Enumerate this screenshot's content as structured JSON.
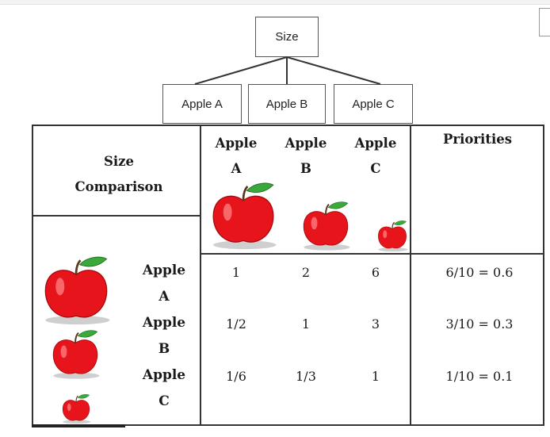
{
  "hierarchy": {
    "root": "Size",
    "children": [
      "Apple A",
      "Apple B",
      "Apple C"
    ]
  },
  "matrix": {
    "corner_label": "Size Comparison",
    "columns": [
      {
        "line1": "Apple",
        "line2": "A"
      },
      {
        "line1": "Apple",
        "line2": "B"
      },
      {
        "line1": "Apple",
        "line2": "C"
      }
    ],
    "priorities_header": "Priorities",
    "rows": [
      {
        "line1": "Apple",
        "line2": "A",
        "values": [
          "1",
          "2",
          "6"
        ],
        "priority": "6/10 = 0.6"
      },
      {
        "line1": "Apple",
        "line2": "B",
        "values": [
          "1/2",
          "1",
          "3"
        ],
        "priority": "3/10 = 0.3"
      },
      {
        "line1": "Apple",
        "line2": "C",
        "values": [
          "1/6",
          "1/3",
          "1"
        ],
        "priority": "1/10 = 0.1"
      }
    ]
  },
  "colors": {
    "apple_red": "#e8141c",
    "leaf_green": "#3aa83a",
    "line": "#333333"
  }
}
